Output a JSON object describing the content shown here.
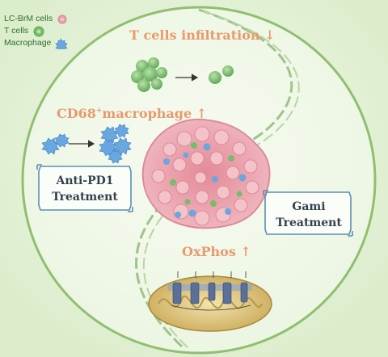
{
  "legend": {
    "lcbrm_label": "LC-BrM cells",
    "tcells_label": "T cells",
    "macrophage_label": "Macrophage"
  },
  "labels": {
    "t_cells_infiltration": "T cells infiltration ↓",
    "cd68_prefix": "CD68",
    "cd68_sup": "+",
    "cd68_suffix": "macrophage ↑",
    "oxphos": "OxPhos ↑"
  },
  "treatments": {
    "anti_pd1_line1": "Anti-PD1",
    "anti_pd1_line2": "Treatment",
    "gami_line1": "Gami",
    "gami_line2": "Treatment"
  },
  "colors": {
    "background_green": "#e7f2dc",
    "circle_stroke": "#8fbf6f",
    "label_orange": "#e89a6c",
    "box_border": "#5a8fb3",
    "tumor_pink": "#e9a3ad",
    "tcell_green": "#74bd6a",
    "macrophage_blue": "#6aa6e0",
    "mitochondria": "#d9c07a"
  },
  "icons": [
    "tumor-cluster",
    "t-cell-icon",
    "macrophage-icon",
    "mitochondrion-icon",
    "arrow-right-icon"
  ]
}
